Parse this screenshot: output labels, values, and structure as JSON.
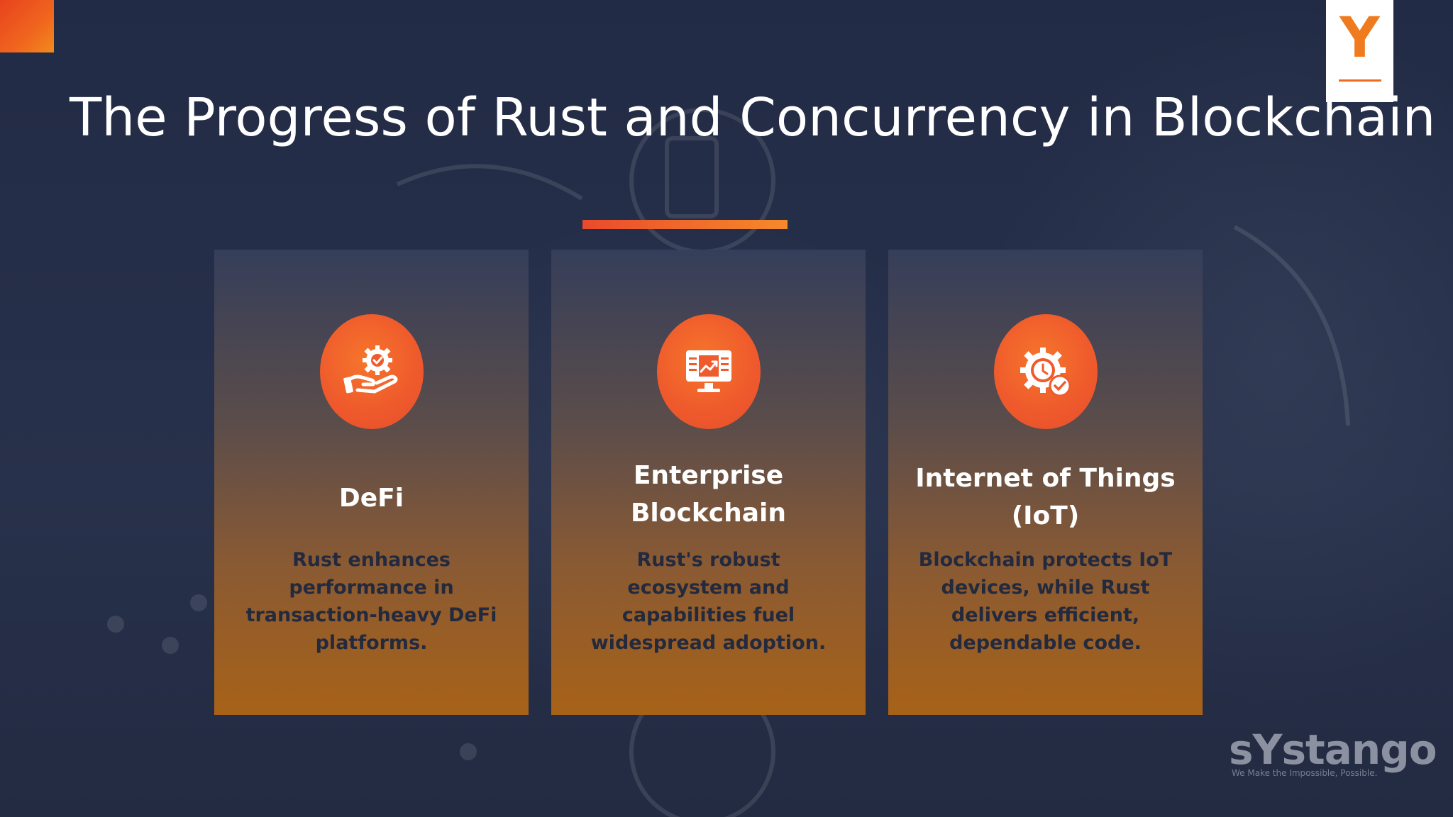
{
  "slide": {
    "title": "The Progress of Rust and Concurrency in Blockchain",
    "logo_letter": "Y"
  },
  "cards": [
    {
      "title_lines": [
        "DeFi"
      ],
      "icon": "hand-gear-icon",
      "description": "Rust enhances performance in transaction-heavy DeFi platforms."
    },
    {
      "title_lines": [
        "Enterprise",
        "Blockchain"
      ],
      "icon": "monitor-chart-icon",
      "description": "Rust's robust ecosystem and capabilities fuel widespread adoption."
    },
    {
      "title_lines": [
        "Internet of Things",
        "(IoT)"
      ],
      "icon": "gear-clock-check-icon",
      "description": "Blockchain protects IoT devices, while Rust delivers efficient, dependable code."
    }
  ],
  "brand": {
    "name": "sYstango",
    "tagline": "We Make the Impossible, Possible."
  },
  "colors": {
    "accent_orange": "#f07a1e",
    "accent_red": "#e8431d",
    "background": "#26304a",
    "card_text_dark": "#232a3e"
  }
}
